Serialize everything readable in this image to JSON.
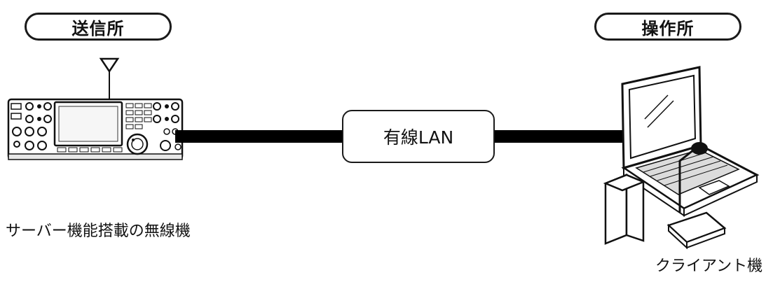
{
  "transmitter_site": {
    "label": "送信所"
  },
  "operator_site": {
    "label": "操作所"
  },
  "network": {
    "label": "有線LAN"
  },
  "radio": {
    "caption": "サーバー機能搭載の無線機",
    "icon": "transceiver-icon"
  },
  "client": {
    "caption": "クライアント機",
    "icon": "laptop-icon"
  },
  "antenna": {
    "icon": "antenna-icon"
  }
}
